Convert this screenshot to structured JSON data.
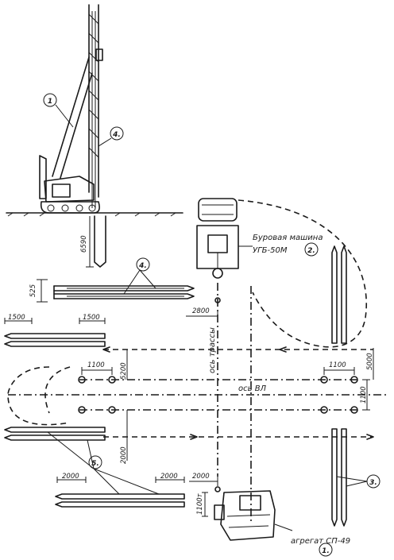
{
  "labels": {
    "drill_machine": "Буровая машина",
    "drill_model": "УГБ-50М",
    "unit": "агрегат СП-49",
    "axis_vertical": "ось трассы",
    "axis_horizontal": "ось ВЛ"
  },
  "callouts": {
    "c1a": "1",
    "c1b": "1.",
    "c2": "2.",
    "c3": "3.",
    "c4a": "4.",
    "c4b": "4.",
    "c5": "5."
  },
  "dimensions": {
    "d6590": "6590",
    "d525": "525",
    "d2800": "2800",
    "d1500a": "1500",
    "d1500b": "1500",
    "d1100a": "1100",
    "d1100b": "1100",
    "d5200": "5200",
    "d5000": "5000",
    "d1100v": "1100",
    "d2000v": "2000",
    "d2000a": "2000",
    "d2000b": "2000",
    "d2000c": "2000",
    "d1100t": "1100т"
  }
}
